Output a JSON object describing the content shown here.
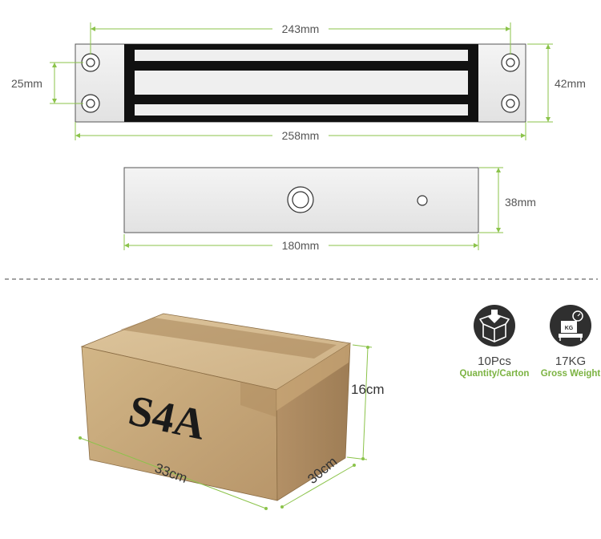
{
  "dimensions": {
    "hole_spacing": "243mm",
    "hole_vertical": "25mm",
    "total_length": "258mm",
    "height": "42mm",
    "armature_length": "180mm",
    "armature_height": "38mm"
  },
  "carton": {
    "mark": "S4A",
    "height": "16cm",
    "length": "33cm",
    "width": "30cm"
  },
  "specs": [
    {
      "icon": "box-icon",
      "value": "10Pcs",
      "caption": "Quantity/Carton"
    },
    {
      "icon": "scale-icon",
      "value": "17KG",
      "caption": "Gross Weight",
      "scale_label": "KG"
    }
  ],
  "colors": {
    "dimension_line": "#8bc34a",
    "caption": "#7cb342",
    "cardboard": "#c9a97a",
    "icon_circle": "#2f2f2f"
  }
}
